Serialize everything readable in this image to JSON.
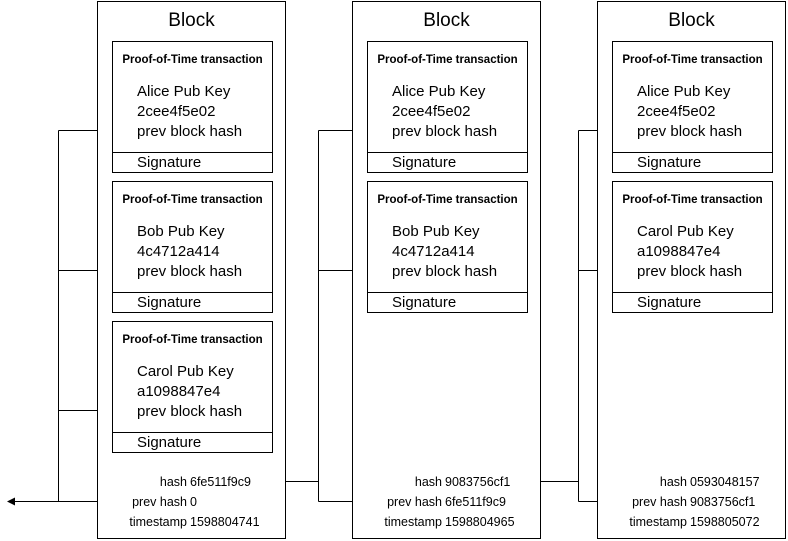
{
  "blocks": [
    {
      "title": "Block",
      "transactions": [
        {
          "title": "Proof-of-Time transaction",
          "pubkey_label": "Alice Pub Key",
          "pubkey": "2cee4f5e02",
          "prev_label": "prev block hash",
          "signature": "Signature"
        },
        {
          "title": "Proof-of-Time transaction",
          "pubkey_label": "Bob Pub Key",
          "pubkey": "4c4712a414",
          "prev_label": "prev block hash",
          "signature": "Signature"
        },
        {
          "title": "Proof-of-Time transaction",
          "pubkey_label": "Carol Pub Key",
          "pubkey": "a1098847e4",
          "prev_label": "prev block hash",
          "signature": "Signature"
        }
      ],
      "meta": {
        "hash_label": "hash",
        "hash": "6fe511f9c9",
        "prev_label": "prev hash",
        "prev": "0",
        "ts_label": "timestamp",
        "timestamp": "1598804741"
      }
    },
    {
      "title": "Block",
      "transactions": [
        {
          "title": "Proof-of-Time transaction",
          "pubkey_label": "Alice Pub Key",
          "pubkey": "2cee4f5e02",
          "prev_label": "prev block hash",
          "signature": "Signature"
        },
        {
          "title": "Proof-of-Time transaction",
          "pubkey_label": "Bob Pub Key",
          "pubkey": "4c4712a414",
          "prev_label": "prev block hash",
          "signature": "Signature"
        }
      ],
      "meta": {
        "hash_label": "hash",
        "hash": "9083756cf1",
        "prev_label": "prev hash",
        "prev": "6fe511f9c9",
        "ts_label": "timestamp",
        "timestamp": "1598804965"
      }
    },
    {
      "title": "Block",
      "transactions": [
        {
          "title": "Proof-of-Time transaction",
          "pubkey_label": "Alice Pub Key",
          "pubkey": "2cee4f5e02",
          "prev_label": "prev block hash",
          "signature": "Signature"
        },
        {
          "title": "Proof-of-Time transaction",
          "pubkey_label": "Carol Pub Key",
          "pubkey": "a1098847e4",
          "prev_label": "prev block hash",
          "signature": "Signature"
        }
      ],
      "meta": {
        "hash_label": "hash",
        "hash": "0593048157",
        "prev_label": "prev hash",
        "prev": "9083756cf1",
        "ts_label": "timestamp",
        "timestamp": "1598805072"
      }
    }
  ]
}
